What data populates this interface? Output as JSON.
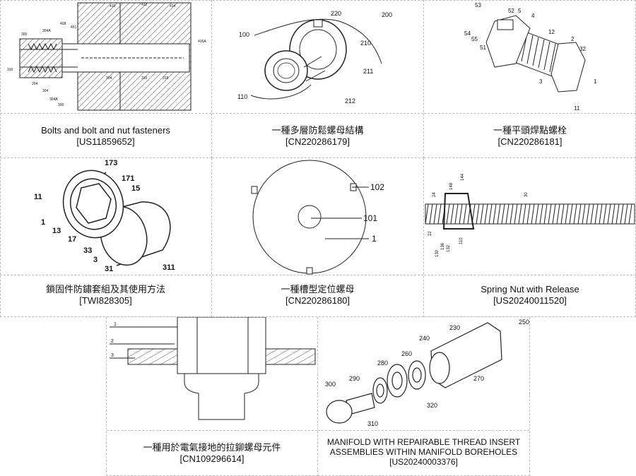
{
  "patents": [
    {
      "title": "Bolts and bolt and nut fasteners",
      "number": "[US11859652]"
    },
    {
      "title": "一種多層防鬆螺母結構",
      "number": "[CN220286179]"
    },
    {
      "title": "一種平頭焊點螺栓",
      "number": "[CN220286181]"
    },
    {
      "title": "鎖固件防鏽套組及其使用方法",
      "number": "[TWI828305]"
    },
    {
      "title": "一種槽型定位螺母",
      "number": "[CN220286180]"
    },
    {
      "title": "Spring Nut with Release",
      "number": "[US20240011520]"
    },
    {
      "title": "一種用於電氣接地的拉鉚螺母元件",
      "number": "[CN109296614]"
    },
    {
      "title_line1": "MANIFOLD WITH REPAIRABLE THREAD INSERT",
      "title_line2": "ASSEMBLIES WITHIN MANIFOLD BOREHOLES",
      "number": "[US20240003376]"
    }
  ],
  "labels": {
    "f2": [
      "100",
      "110",
      "200",
      "210",
      "211",
      "212",
      "220"
    ],
    "f3": [
      "53",
      "52",
      "5",
      "4",
      "54",
      "55",
      "51",
      "12",
      "2",
      "32",
      "1",
      "3",
      "11"
    ],
    "f4": [
      "173",
      "171",
      "15",
      "11",
      "1",
      "13",
      "17",
      "33",
      "3",
      "31",
      "311"
    ],
    "f5": [
      "102",
      "101",
      "1"
    ],
    "f6": [
      "144",
      "148",
      "24",
      "30",
      "22",
      "130",
      "136",
      "132",
      "110"
    ],
    "f7": [
      "1",
      "2",
      "3"
    ],
    "f8": [
      "250",
      "230",
      "240",
      "260",
      "280",
      "290",
      "300",
      "310",
      "320",
      "270"
    ]
  }
}
